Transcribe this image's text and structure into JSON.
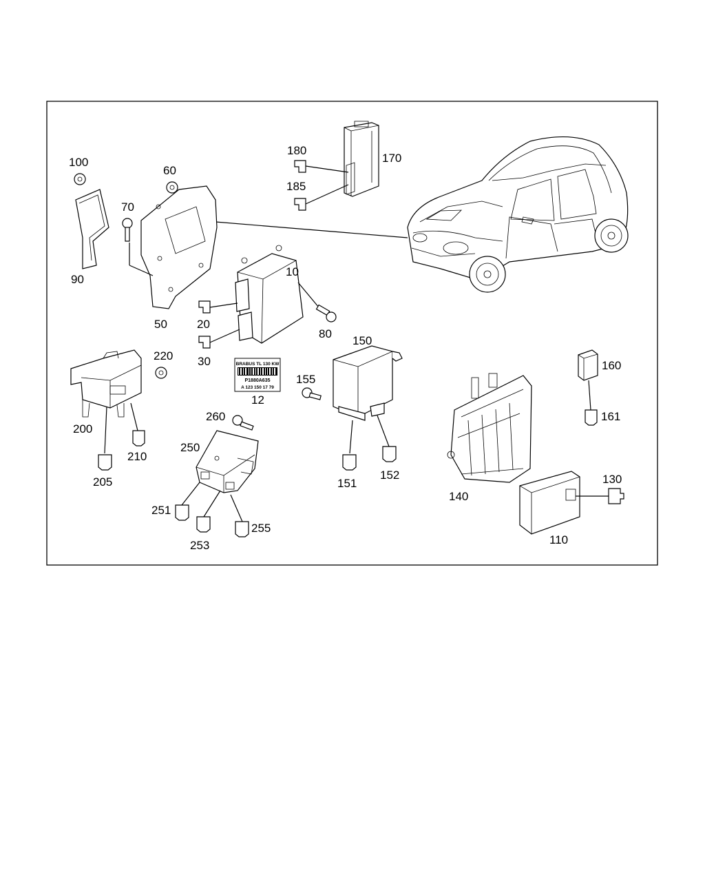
{
  "callouts": {
    "c10": "10",
    "c12": "12",
    "c20": "20",
    "c30": "30",
    "c50": "50",
    "c60": "60",
    "c70": "70",
    "c80": "80",
    "c90": "90",
    "c100": "100",
    "c110": "110",
    "c130": "130",
    "c140": "140",
    "c150": "150",
    "c151": "151",
    "c152": "152",
    "c155": "155",
    "c160": "160",
    "c161": "161",
    "c170": "170",
    "c180": "180",
    "c185": "185",
    "c200": "200",
    "c205": "205",
    "c210": "210",
    "c220": "220",
    "c250": "250",
    "c251": "251",
    "c253": "253",
    "c255": "255",
    "c260": "260"
  },
  "label_12": {
    "line1": "BRABUS TL 130 KW",
    "line2": "P1880A635",
    "line3": "A 123 150 17 79"
  }
}
